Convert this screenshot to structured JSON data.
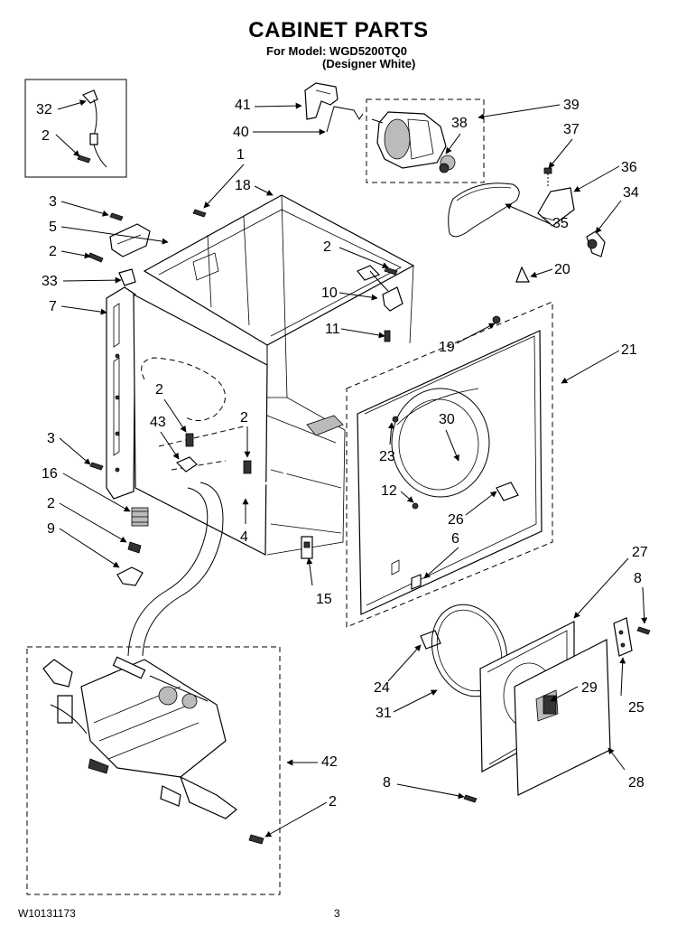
{
  "header": {
    "title": "CABINET PARTS",
    "model_line": "For Model: WGD5200TQ0",
    "color_line": "(Designer White)"
  },
  "footer": {
    "doc_number": "W10131173",
    "page_number": "3"
  },
  "callouts": [
    "32",
    "2",
    "41",
    "40",
    "39",
    "38",
    "37",
    "36",
    "34",
    "1",
    "18",
    "3",
    "5",
    "2",
    "33",
    "7",
    "2",
    "10",
    "11",
    "35",
    "20",
    "19",
    "21",
    "3",
    "16",
    "2",
    "9",
    "2",
    "43",
    "2",
    "30",
    "23",
    "12",
    "26",
    "6",
    "4",
    "15",
    "27",
    "8",
    "24",
    "29",
    "25",
    "31",
    "42",
    "2",
    "8",
    "28"
  ]
}
